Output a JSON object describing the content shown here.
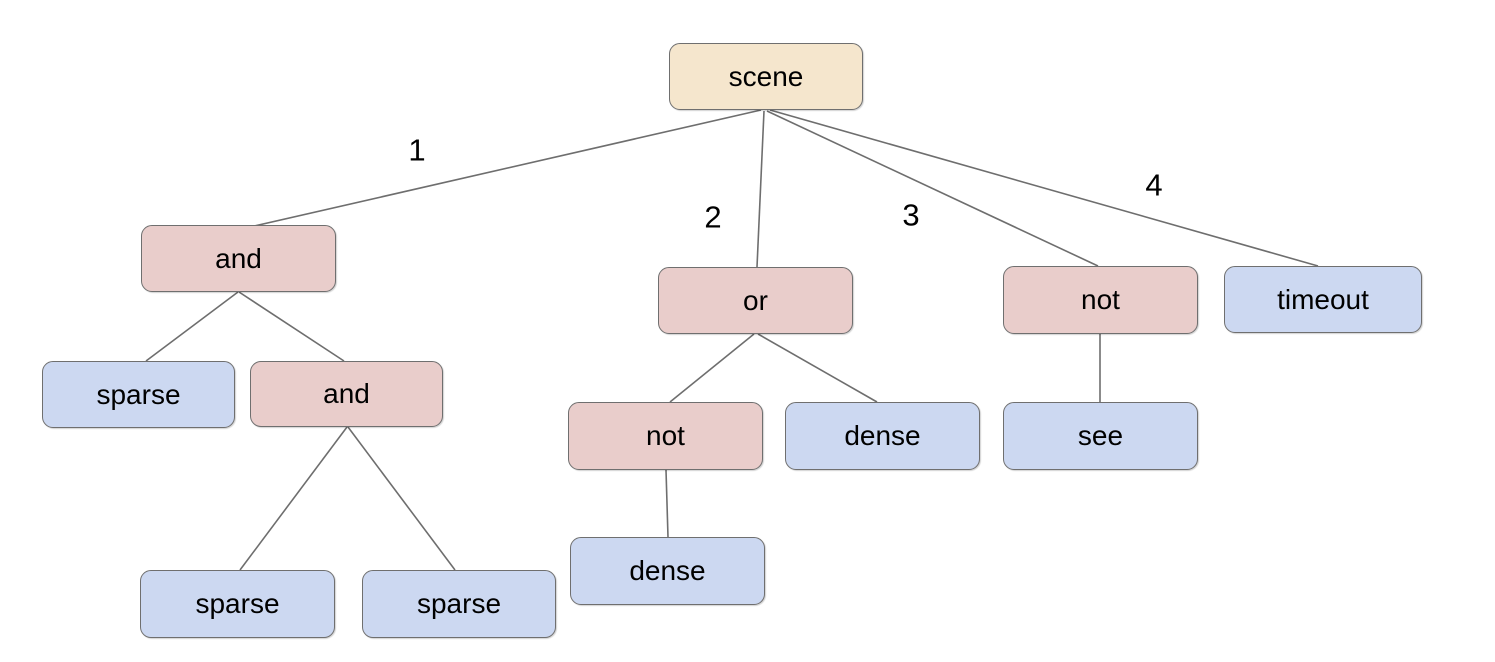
{
  "diagram": {
    "colors": {
      "root_fill": "#f5e6cd",
      "operator_fill": "#e9cdcb",
      "leaf_fill": "#ccd8f1",
      "node_border": "#6f6f6f",
      "edge_stroke": "#6e6e6e",
      "text": "#000000",
      "background": "#ffffff"
    },
    "nodes": {
      "scene": {
        "label": "scene",
        "type": "root"
      },
      "and1": {
        "label": "and",
        "type": "operator"
      },
      "or1": {
        "label": "or",
        "type": "operator"
      },
      "not1": {
        "label": "not",
        "type": "operator"
      },
      "timeout1": {
        "label": "timeout",
        "type": "leaf"
      },
      "sparse1": {
        "label": "sparse",
        "type": "leaf"
      },
      "and2": {
        "label": "and",
        "type": "operator"
      },
      "not2": {
        "label": "not",
        "type": "operator"
      },
      "dense1": {
        "label": "dense",
        "type": "leaf"
      },
      "see1": {
        "label": "see",
        "type": "leaf"
      },
      "sparse2": {
        "label": "sparse",
        "type": "leaf"
      },
      "sparse3": {
        "label": "sparse",
        "type": "leaf"
      },
      "dense2": {
        "label": "dense",
        "type": "leaf"
      }
    },
    "edge_labels": [
      "1",
      "2",
      "3",
      "4"
    ],
    "tree": {
      "label": "scene",
      "children": [
        {
          "edge": "1",
          "label": "and",
          "children": [
            {
              "label": "sparse"
            },
            {
              "label": "and",
              "children": [
                {
                  "label": "sparse"
                },
                {
                  "label": "sparse"
                }
              ]
            }
          ]
        },
        {
          "edge": "2",
          "label": "or",
          "children": [
            {
              "label": "not",
              "children": [
                {
                  "label": "dense"
                }
              ]
            },
            {
              "label": "dense"
            }
          ]
        },
        {
          "edge": "3",
          "label": "not",
          "children": [
            {
              "label": "see"
            }
          ]
        },
        {
          "edge": "4",
          "label": "timeout"
        }
      ]
    }
  }
}
